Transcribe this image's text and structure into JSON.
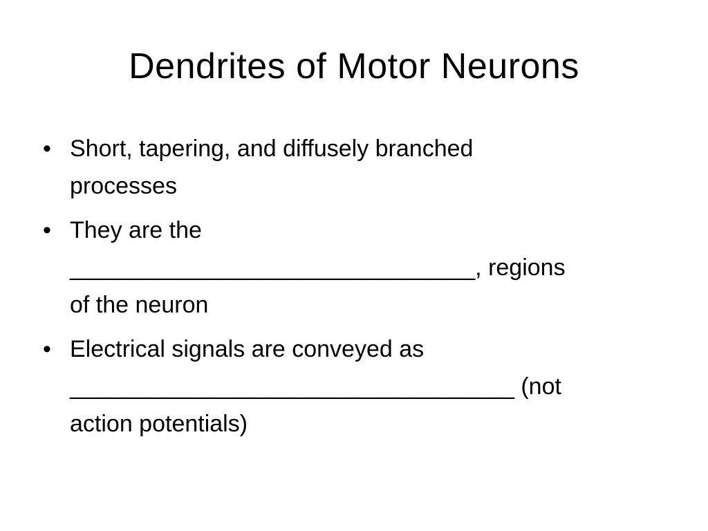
{
  "slide": {
    "title": "Dendrites of Motor Neurons",
    "bullet_glyph": "•",
    "bullets": [
      {
        "lines": [
          "Short, tapering, and diffusely branched",
          "processes"
        ]
      },
      {
        "lines": [
          "They are the",
          "_______________________________, regions",
          "of the neuron"
        ]
      },
      {
        "lines": [
          "Electrical signals are conveyed as",
          "__________________________________ (not",
          "action potentials)"
        ]
      }
    ]
  },
  "colors": {
    "background": "#ffffff",
    "text": "#000000"
  }
}
